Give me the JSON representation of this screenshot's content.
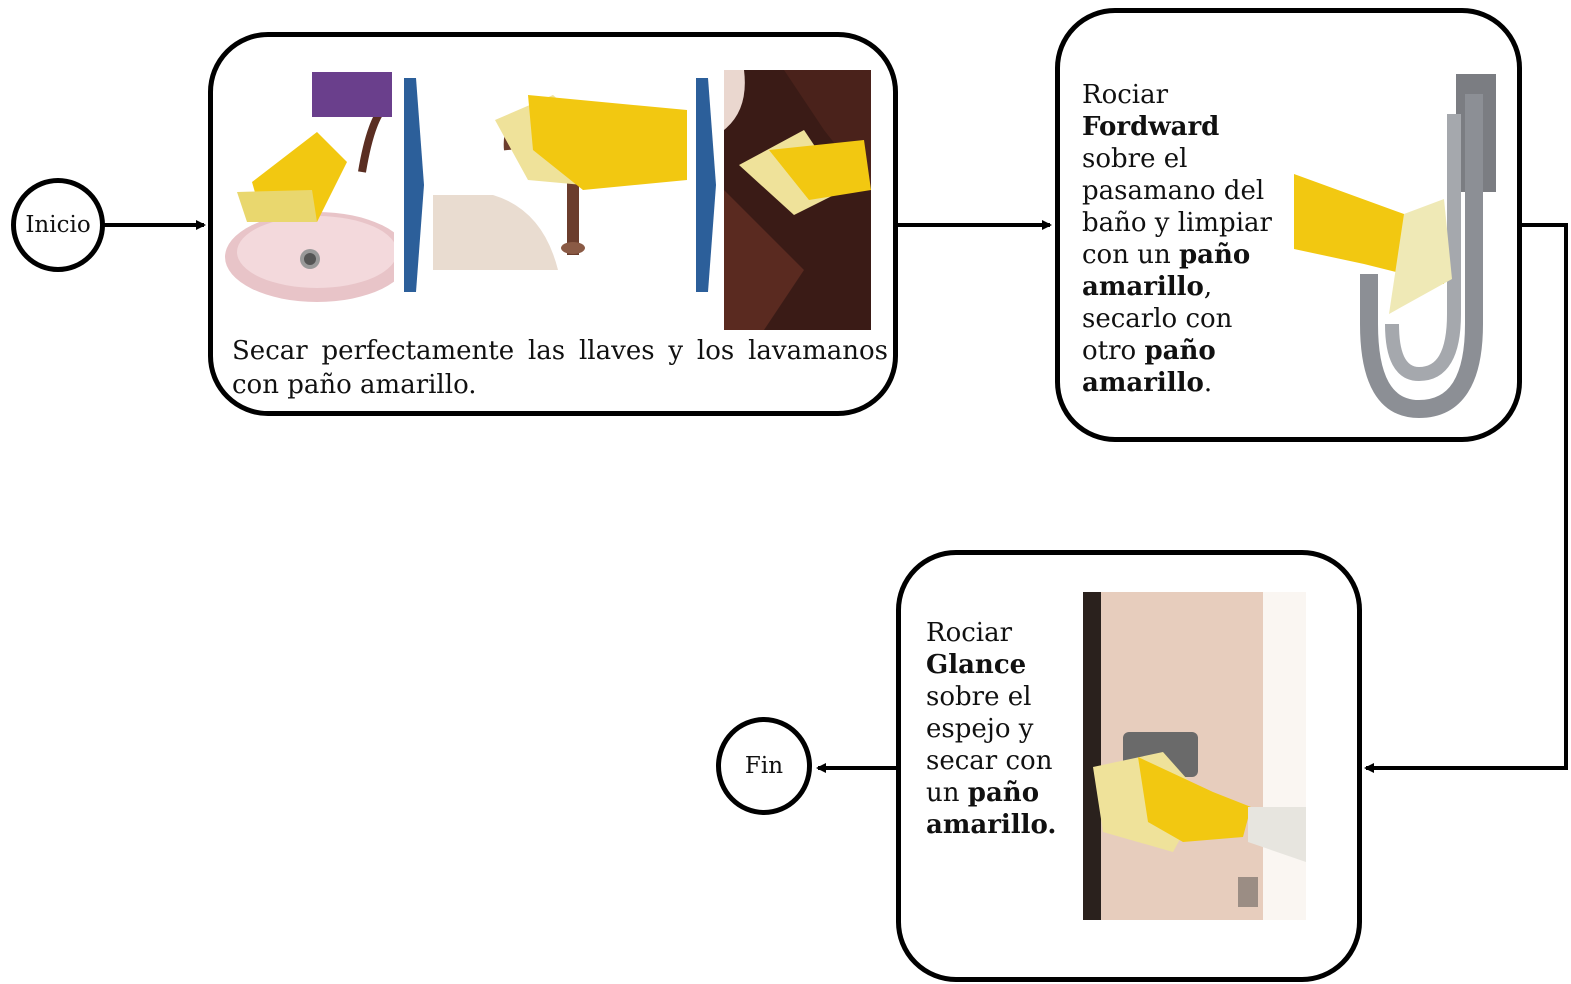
{
  "nodes": {
    "start": "Inicio",
    "end": "Fin"
  },
  "step1": {
    "caption": "Secar perfectamente las llaves y los lavamanos con paño amarillo."
  },
  "step2": {
    "t1": "Rociar",
    "t2": "Fordward",
    "t3": "sobre el",
    "t4": "pasamano del",
    "t5": "baño y limpiar",
    "t6a": "con un ",
    "t6b": "paño",
    "t7a": "amarillo",
    "t7b": ",",
    "t8": "secarlo con",
    "t9a": "otro ",
    "t9b": "paño",
    "t10a": "amarillo",
    "t10b": "."
  },
  "step3": {
    "t1": "Rociar",
    "t2": "Glance",
    "t3": "sobre el",
    "t4": "espejo y",
    "t5": "secar con",
    "t6a": "un ",
    "t6b": "paño",
    "t7": "amarillo."
  },
  "colors": {
    "glove": "#f2c811",
    "cloth": "#f3e58c",
    "chevron": "#2c5f9a"
  }
}
